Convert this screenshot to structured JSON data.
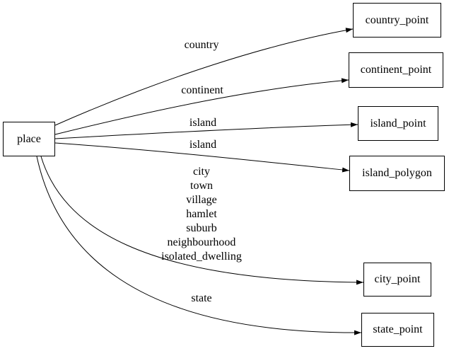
{
  "diagram": {
    "type": "directed-graph",
    "background_color": "#ffffff",
    "line_color": "#000000",
    "text_color": "#000000",
    "nodes": {
      "place": {
        "label": "place"
      },
      "country_point": {
        "label": "country_point"
      },
      "continent_point": {
        "label": "continent_point"
      },
      "island_point": {
        "label": "island_point"
      },
      "island_polygon": {
        "label": "island_polygon"
      },
      "city_point": {
        "label": "city_point"
      },
      "state_point": {
        "label": "state_point"
      }
    },
    "edges": [
      {
        "from": "place",
        "to": "country_point",
        "label": "country"
      },
      {
        "from": "place",
        "to": "continent_point",
        "label": "continent"
      },
      {
        "from": "place",
        "to": "island_point",
        "label": "island"
      },
      {
        "from": "place",
        "to": "island_polygon",
        "label": "island"
      },
      {
        "from": "place",
        "to": "city_point",
        "label": "city\ntown\nvillage\nhamlet\nsuburb\nneighbourhood\nisolated_dwelling"
      },
      {
        "from": "place",
        "to": "state_point",
        "label": "state"
      }
    ]
  }
}
